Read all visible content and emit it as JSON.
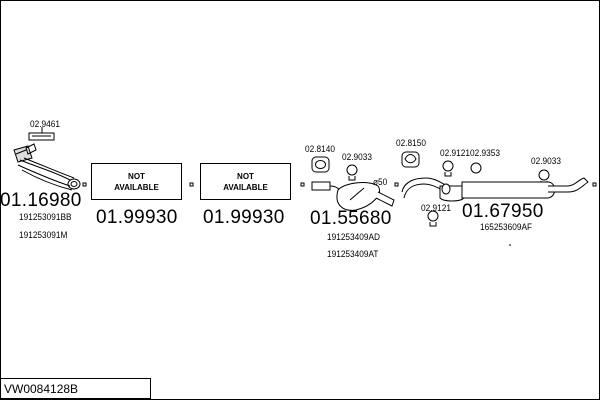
{
  "diagram_id": "VW0084128B",
  "not_available": {
    "line1": "NOT",
    "line2": "AVAILABLE"
  },
  "parts": {
    "front_pipe": "01.16980",
    "front_pipe_ref_1": "191253091BB",
    "front_pipe_ref_2": "191253091M",
    "gasket_top": "02.9461",
    "middle_1": "01.99930",
    "middle_2": "01.99930",
    "center_silencer": "01.55680",
    "center_ref_1": "191253409AD",
    "center_ref_2": "191253409AT",
    "hanger_1": "02.8140",
    "clamp_1": "02.9033",
    "hanger_2": "02.8150",
    "clamp_diam": "ø50",
    "clamp_2": "02.9121",
    "clamp_3": "02.9353",
    "clamp_4": "02.9121",
    "clamp_5": "02.9033",
    "rear_silencer": "01.67950",
    "rear_ref": "165253609AF"
  }
}
